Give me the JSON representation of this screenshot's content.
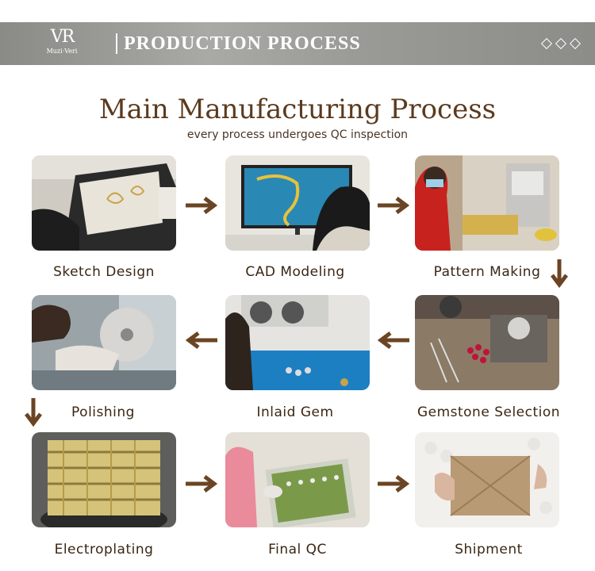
{
  "banner": {
    "logo_mark": "VR",
    "logo_brand": "Muzi·Veri",
    "title": "PRODUCTION PROCESS"
  },
  "heading": {
    "title": "Main Manufacturing Process",
    "subtitle": "every process undergoes QC inspection"
  },
  "steps": [
    {
      "label": "Sketch Design"
    },
    {
      "label": "CAD Modeling"
    },
    {
      "label": "Pattern Making"
    },
    {
      "label": "Polishing"
    },
    {
      "label": "Inlaid Gem"
    },
    {
      "label": "Gemstone Selection"
    },
    {
      "label": "Electroplating"
    },
    {
      "label": "Final QC"
    },
    {
      "label": "Shipment"
    }
  ],
  "colors": {
    "banner": "#9a9a96",
    "title": "#5b3a1e",
    "arrow": "#6b4423"
  }
}
